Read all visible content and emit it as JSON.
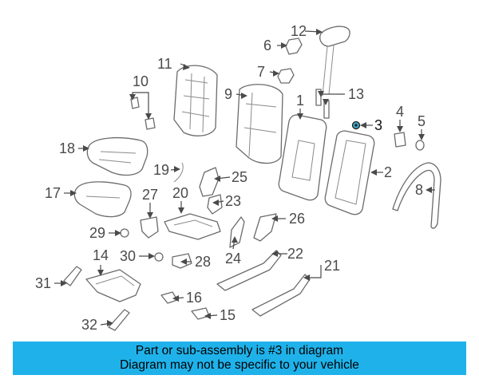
{
  "diagram": {
    "highlighted_part": "3",
    "highlight_color": "#3fa7c6",
    "callouts": [
      {
        "label": "1"
      },
      {
        "label": "2"
      },
      {
        "label": "3"
      },
      {
        "label": "4"
      },
      {
        "label": "5"
      },
      {
        "label": "6"
      },
      {
        "label": "7"
      },
      {
        "label": "8"
      },
      {
        "label": "9"
      },
      {
        "label": "10"
      },
      {
        "label": "11"
      },
      {
        "label": "12"
      },
      {
        "label": "13"
      },
      {
        "label": "14"
      },
      {
        "label": "15"
      },
      {
        "label": "16"
      },
      {
        "label": "17"
      },
      {
        "label": "18"
      },
      {
        "label": "19"
      },
      {
        "label": "20"
      },
      {
        "label": "21"
      },
      {
        "label": "22"
      },
      {
        "label": "23"
      },
      {
        "label": "24"
      },
      {
        "label": "25"
      },
      {
        "label": "26"
      },
      {
        "label": "27"
      },
      {
        "label": "28"
      },
      {
        "label": "29"
      },
      {
        "label": "30"
      },
      {
        "label": "31"
      },
      {
        "label": "32"
      }
    ]
  },
  "banner": {
    "line1": "Part or sub-assembly is #3 in diagram",
    "line2": "Diagram may not be specific to your vehicle",
    "background": "#1fb2ea"
  }
}
